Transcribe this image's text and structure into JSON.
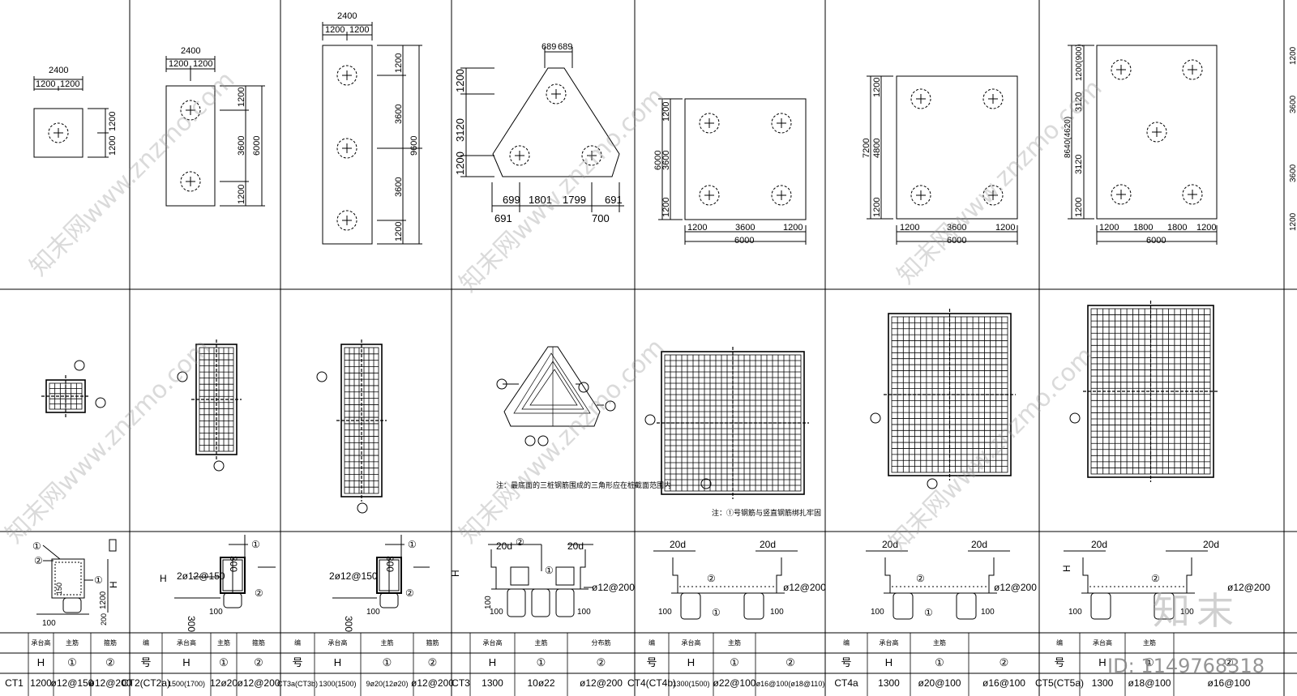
{
  "columns": [
    {
      "plan": {
        "dims": [
          "2400",
          "1200",
          "1200",
          "1200",
          "1200"
        ]
      },
      "table": {
        "headers": [
          "",
          "承台高",
          "主筋",
          "箍筋"
        ],
        "row2": [
          "",
          "H",
          "①",
          "②"
        ],
        "row3": [
          "CT1",
          "1200",
          "ø12@150",
          "ø12@200"
        ]
      }
    },
    {
      "plan": {
        "dims": [
          "2400",
          "1200",
          "1200",
          "1200",
          "3600",
          "6000",
          "1200"
        ]
      },
      "table": {
        "headers": [
          "编",
          "承台高",
          "主筋",
          "箍筋"
        ],
        "row2": [
          "号",
          "H",
          "①",
          "②"
        ],
        "row3": [
          "CT2(CT2a)",
          "1500(1700)",
          "12ø20",
          "ø12@200"
        ]
      }
    },
    {
      "plan": {
        "dims": [
          "2400",
          "1200",
          "1200",
          "1200",
          "3600",
          "9600",
          "3600",
          "1200"
        ]
      },
      "table": {
        "headers": [
          "编",
          "承台高",
          "主筋",
          "箍筋"
        ],
        "row2": [
          "号",
          "H",
          "①",
          "②"
        ],
        "row3": [
          "CT3a(CT3b)",
          "1300(1500)",
          "9ø20(12ø20)",
          "ø12@200"
        ]
      }
    },
    {
      "plan": {
        "dims": [
          "689",
          "689",
          "1200",
          "3120",
          "1200",
          "699",
          "1801",
          "1799",
          "691",
          "691",
          "700"
        ]
      },
      "table": {
        "headers": [
          "",
          "承台高",
          "主筋",
          "分布筋"
        ],
        "row2": [
          "",
          "H",
          "①",
          "②"
        ],
        "row3": [
          "CT3",
          "1300",
          "10ø22",
          "ø12@200"
        ]
      }
    },
    {
      "plan": {
        "dims": [
          "1200",
          "3600",
          "6000",
          "1200",
          "1200",
          "3600",
          "1200",
          "6000"
        ]
      },
      "table": {
        "headers": [
          "编",
          "承台高",
          "主筋",
          ""
        ],
        "row2": [
          "号",
          "H",
          "①",
          "②"
        ],
        "row3": [
          "CT4(CT4b)",
          "1300(1500)",
          "ø22@100",
          "ø16@100(ø18@110)"
        ]
      }
    },
    {
      "plan": {
        "dims": [
          "1200",
          "7200",
          "4800",
          "1200",
          "1200",
          "3600",
          "1200",
          "6000"
        ]
      },
      "table": {
        "headers": [
          "编",
          "承台高",
          "主筋",
          ""
        ],
        "row2": [
          "号",
          "H",
          "①",
          "②"
        ],
        "row3": [
          "CT4a",
          "1300",
          "ø20@100",
          "ø16@100"
        ]
      }
    },
    {
      "plan": {
        "dims": [
          "1200(900)",
          "8640(4620)",
          "3120",
          "3120",
          "1200",
          "1200",
          "1800",
          "1800",
          "1200",
          "6000"
        ]
      },
      "table": {
        "headers": [
          "编",
          "承台高",
          "主筋",
          ""
        ],
        "row2": [
          "号",
          "H",
          "①",
          "②"
        ],
        "row3": [
          "CT5(CT5a)",
          "1300",
          "ø18@100",
          "ø16@100"
        ]
      }
    }
  ],
  "right_edge_dims": [
    "1200",
    "3600",
    "3600",
    "1200"
  ],
  "section_labels": {
    "col1": [
      "①",
      "②",
      "①",
      "150",
      "1200",
      "H",
      "100",
      "200"
    ],
    "col2": [
      "300",
      "①",
      "H",
      "2ø12@150",
      "②",
      "100",
      "300"
    ],
    "col3": [
      "300",
      "①",
      "2ø12@150",
      "②",
      "100",
      "300"
    ],
    "col4": [
      "20d",
      "②",
      "20d",
      "H",
      "①",
      "ø12@200",
      "100",
      "100",
      "100"
    ],
    "col5": [
      "20d",
      "20d",
      "②",
      "ø12@200",
      "①",
      "100",
      "100"
    ],
    "col6": [
      "20d",
      "20d",
      "②",
      "ø12@200",
      "①",
      "100",
      "100"
    ],
    "col7": [
      "20d",
      "20d",
      "H",
      "②",
      "ø12@200",
      "100",
      "100"
    ]
  },
  "notes": {
    "tri_note": "注：最底面的三桩钢筋围成的三角形应在桩截面范围内",
    "sq_note": "注：①号钢筋与竖直钢筋绑扎牢固"
  },
  "watermark": {
    "text": "知末网www.znzmo.com",
    "logo": "知末",
    "id": "ID: 1149768318"
  }
}
